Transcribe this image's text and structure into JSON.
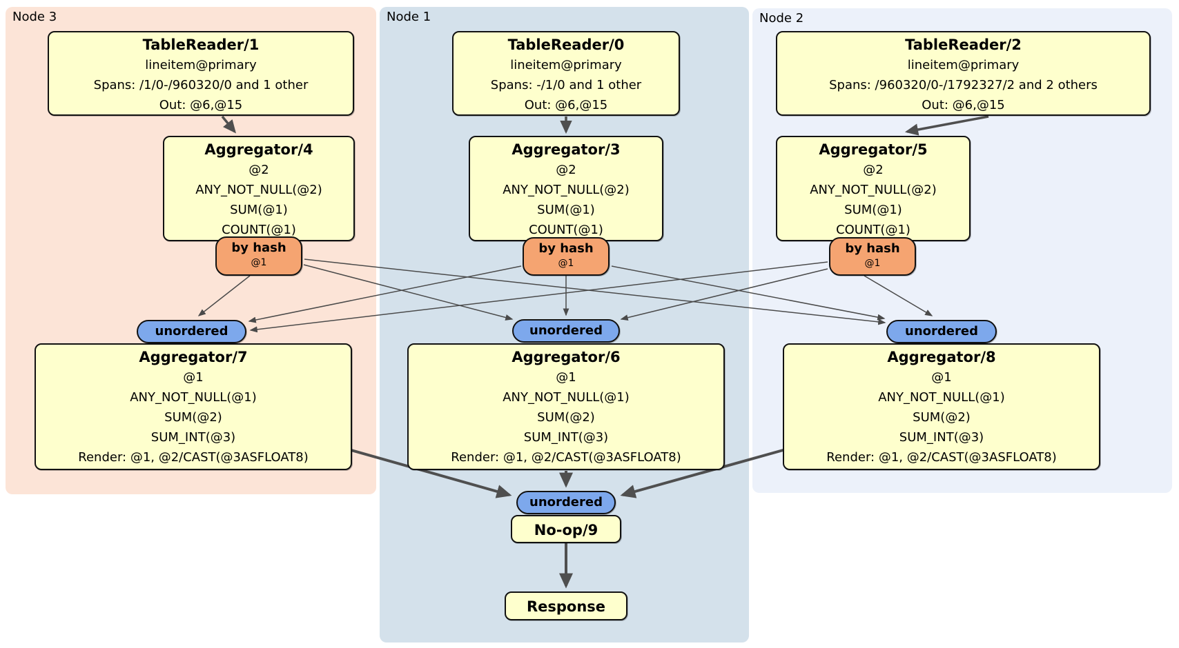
{
  "panels": [
    {
      "label": "Node 3"
    },
    {
      "label": "Node 1"
    },
    {
      "label": "Node 2"
    }
  ],
  "boxes": {
    "tr1": {
      "title": "TableReader/1",
      "lines": [
        "lineitem@primary",
        "Spans: /1/0-/960320/0 and 1 other",
        "Out: @6,@15"
      ]
    },
    "tr0": {
      "title": "TableReader/0",
      "lines": [
        "lineitem@primary",
        "Spans: -/1/0 and 1 other",
        "Out: @6,@15"
      ]
    },
    "tr2": {
      "title": "TableReader/2",
      "lines": [
        "lineitem@primary",
        "Spans: /960320/0-/1792327/2 and 2 others",
        "Out: @6,@15"
      ]
    },
    "agg4": {
      "title": "Aggregator/4",
      "lines": [
        "@2",
        "ANY_NOT_NULL(@2)",
        "SUM(@1)",
        "COUNT(@1)"
      ]
    },
    "agg3": {
      "title": "Aggregator/3",
      "lines": [
        "@2",
        "ANY_NOT_NULL(@2)",
        "SUM(@1)",
        "COUNT(@1)"
      ]
    },
    "agg5": {
      "title": "Aggregator/5",
      "lines": [
        "@2",
        "ANY_NOT_NULL(@2)",
        "SUM(@1)",
        "COUNT(@1)"
      ]
    },
    "agg7": {
      "title": "Aggregator/7",
      "lines": [
        "@1",
        "ANY_NOT_NULL(@1)",
        "SUM(@2)",
        "SUM_INT(@3)",
        "Render: @1, @2/CAST(@3ASFLOAT8)"
      ]
    },
    "agg6": {
      "title": "Aggregator/6",
      "lines": [
        "@1",
        "ANY_NOT_NULL(@1)",
        "SUM(@2)",
        "SUM_INT(@3)",
        "Render: @1, @2/CAST(@3ASFLOAT8)"
      ]
    },
    "agg8": {
      "title": "Aggregator/8",
      "lines": [
        "@1",
        "ANY_NOT_NULL(@1)",
        "SUM(@2)",
        "SUM_INT(@3)",
        "Render: @1, @2/CAST(@3ASFLOAT8)"
      ]
    },
    "noop": {
      "title": "No-op/9"
    },
    "response": {
      "title": "Response"
    }
  },
  "routers": {
    "hash3": {
      "label": "by hash",
      "detail": "@1"
    },
    "hash1": {
      "label": "by hash",
      "detail": "@1"
    },
    "hash2": {
      "label": "by hash",
      "detail": "@1"
    }
  },
  "syncs": {
    "left": {
      "label": "unordered"
    },
    "center": {
      "label": "unordered"
    },
    "right": {
      "label": "unordered"
    },
    "bottom": {
      "label": "unordered"
    }
  },
  "colors": {
    "panel_node3": "#fce4d7",
    "panel_node1": "#d4e1eb",
    "panel_node2": "#ecf1fa",
    "processor_fill": "#feffcd",
    "router_fill": "#f5a471",
    "sync_fill": "#7da8ec",
    "edge": "#4f4f4f",
    "text": "#000000"
  }
}
